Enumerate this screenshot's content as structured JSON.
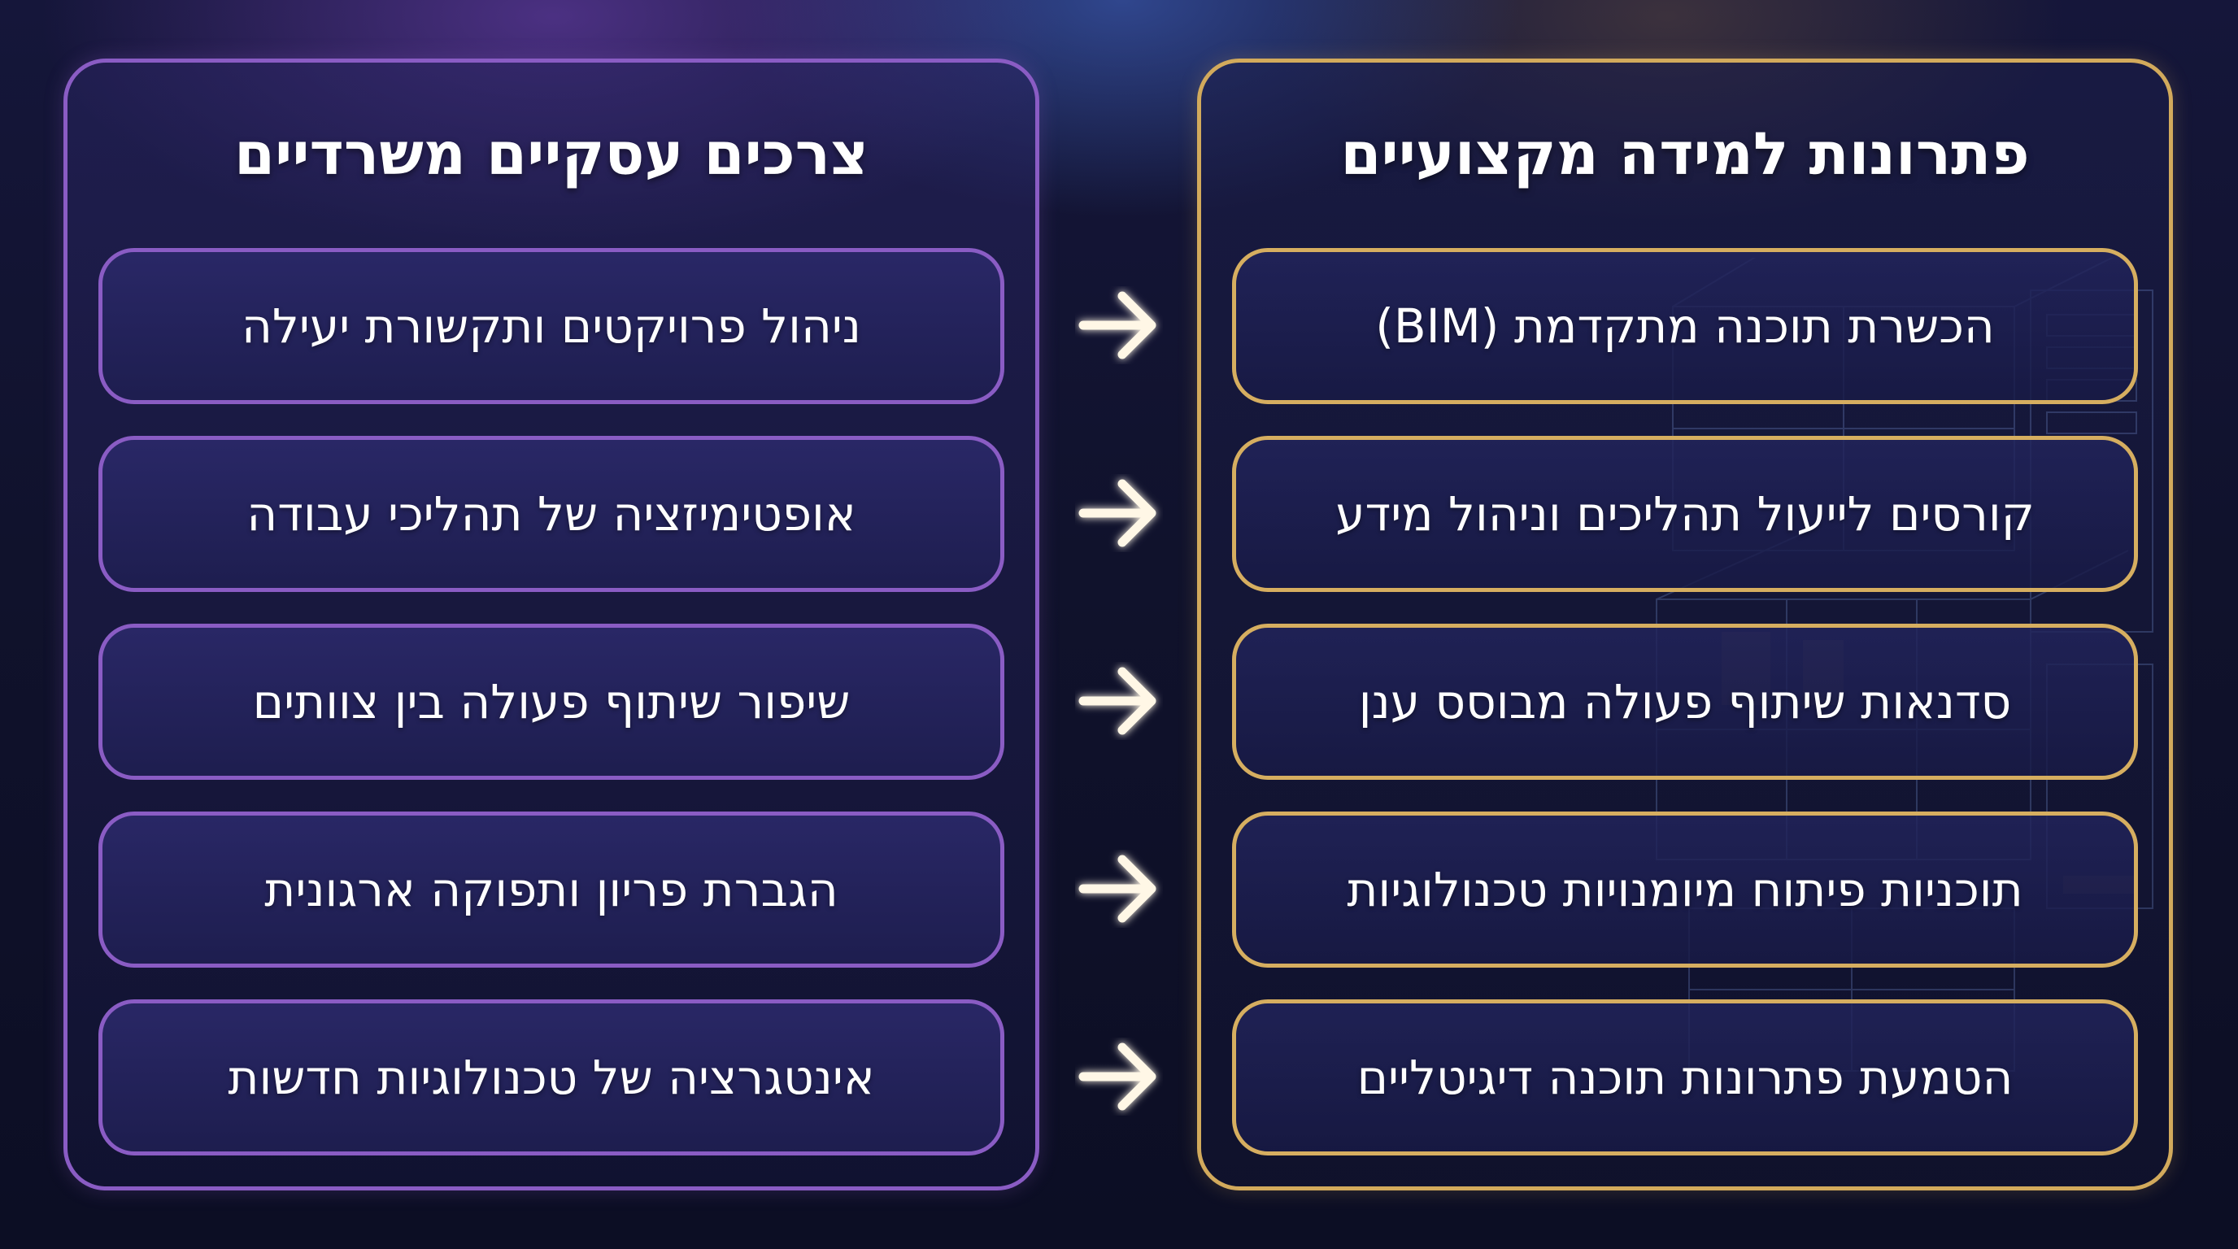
{
  "left_panel": {
    "title": "צרכים עסקיים משרדיים",
    "items": [
      "ניהול פרויקטים ותקשורת יעילה",
      "אופטימיזציה של תהליכי עבודה",
      "שיפור שיתוף פעולה בין צוותים",
      "הגברת פריון ותפוקה ארגונית",
      "אינטגרציה של טכנולוגיות חדשות"
    ]
  },
  "right_panel": {
    "title": "פתרונות למידה מקצועיים",
    "items": [
      "הכשרת תוכנה מתקדמת (BIM)",
      "קורסים לייעול תהליכים וניהול מידע",
      "סדנאות שיתוף פעולה מבוסס ענן",
      "תוכניות פיתוח מיומנויות טכנולוגיות",
      "הטמעת פתרונות תוכנה דיגיטליים"
    ]
  },
  "connectors": {
    "icon": "arrow-right-icon",
    "count": 5
  },
  "colors": {
    "left_accent": "#8a5cc4",
    "right_accent": "#d6ae60",
    "text": "#ffffff",
    "background": "#10122c"
  }
}
